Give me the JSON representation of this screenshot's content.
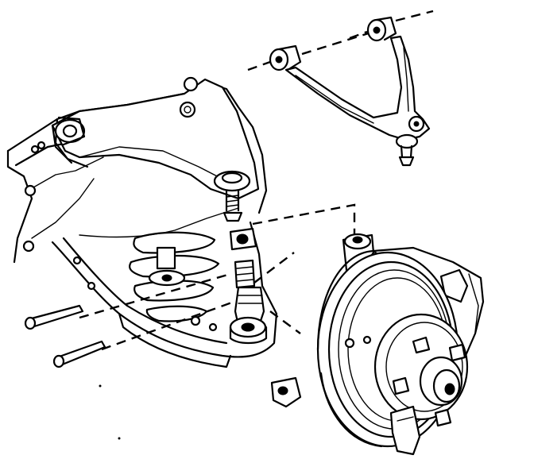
{
  "diagram": {
    "kind": "exploded-view-line-drawing",
    "line_color": "#000000",
    "background": "#ffffff",
    "parts_shown": [
      "frame-mounted-upper-control-arm-assembly",
      "upper-control-arm-detached",
      "ball-joint",
      "castle-nut",
      "cotter-pins",
      "steering-knuckle-with-rotor-and-hub",
      "coil-spring"
    ]
  }
}
